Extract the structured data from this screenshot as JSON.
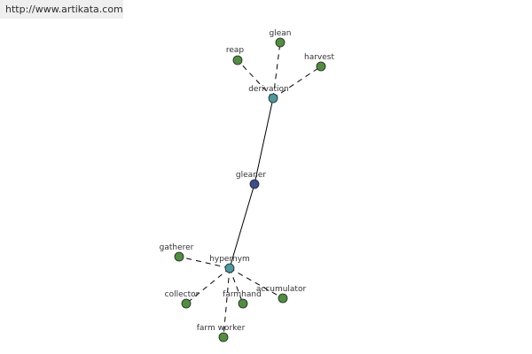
{
  "watermark": {
    "text": "http://www.artikata.com"
  },
  "colors": {
    "leaf": "#4f8f3d",
    "hub": "#4a9aa0",
    "center": "#3b4d8c"
  },
  "graph": {
    "nodes": [
      {
        "id": "gleaner",
        "label": "gleaner",
        "kind": "center"
      },
      {
        "id": "derivation",
        "label": "derivation",
        "kind": "hub"
      },
      {
        "id": "hypernym",
        "label": "hypernym",
        "kind": "hub"
      },
      {
        "id": "glean",
        "label": "glean",
        "kind": "leaf"
      },
      {
        "id": "reap",
        "label": "reap",
        "kind": "leaf"
      },
      {
        "id": "harvest",
        "label": "harvest",
        "kind": "leaf"
      },
      {
        "id": "gatherer",
        "label": "gatherer",
        "kind": "leaf"
      },
      {
        "id": "collector",
        "label": "collector",
        "kind": "leaf"
      },
      {
        "id": "farmhand",
        "label": "farmhand",
        "kind": "leaf"
      },
      {
        "id": "accumulator",
        "label": "accumulator",
        "kind": "leaf"
      },
      {
        "id": "farm-worker",
        "label": "farm worker",
        "kind": "leaf"
      }
    ],
    "edges": [
      {
        "from": "gleaner",
        "to": "derivation",
        "style": "solid"
      },
      {
        "from": "gleaner",
        "to": "hypernym",
        "style": "solid"
      },
      {
        "from": "derivation",
        "to": "glean",
        "style": "dashed"
      },
      {
        "from": "derivation",
        "to": "reap",
        "style": "dashed"
      },
      {
        "from": "derivation",
        "to": "harvest",
        "style": "dashed"
      },
      {
        "from": "hypernym",
        "to": "gatherer",
        "style": "dashed"
      },
      {
        "from": "hypernym",
        "to": "collector",
        "style": "dashed"
      },
      {
        "from": "hypernym",
        "to": "farmhand",
        "style": "dashed"
      },
      {
        "from": "hypernym",
        "to": "accumulator",
        "style": "dashed"
      },
      {
        "from": "hypernym",
        "to": "farm-worker",
        "style": "dashed"
      }
    ]
  }
}
